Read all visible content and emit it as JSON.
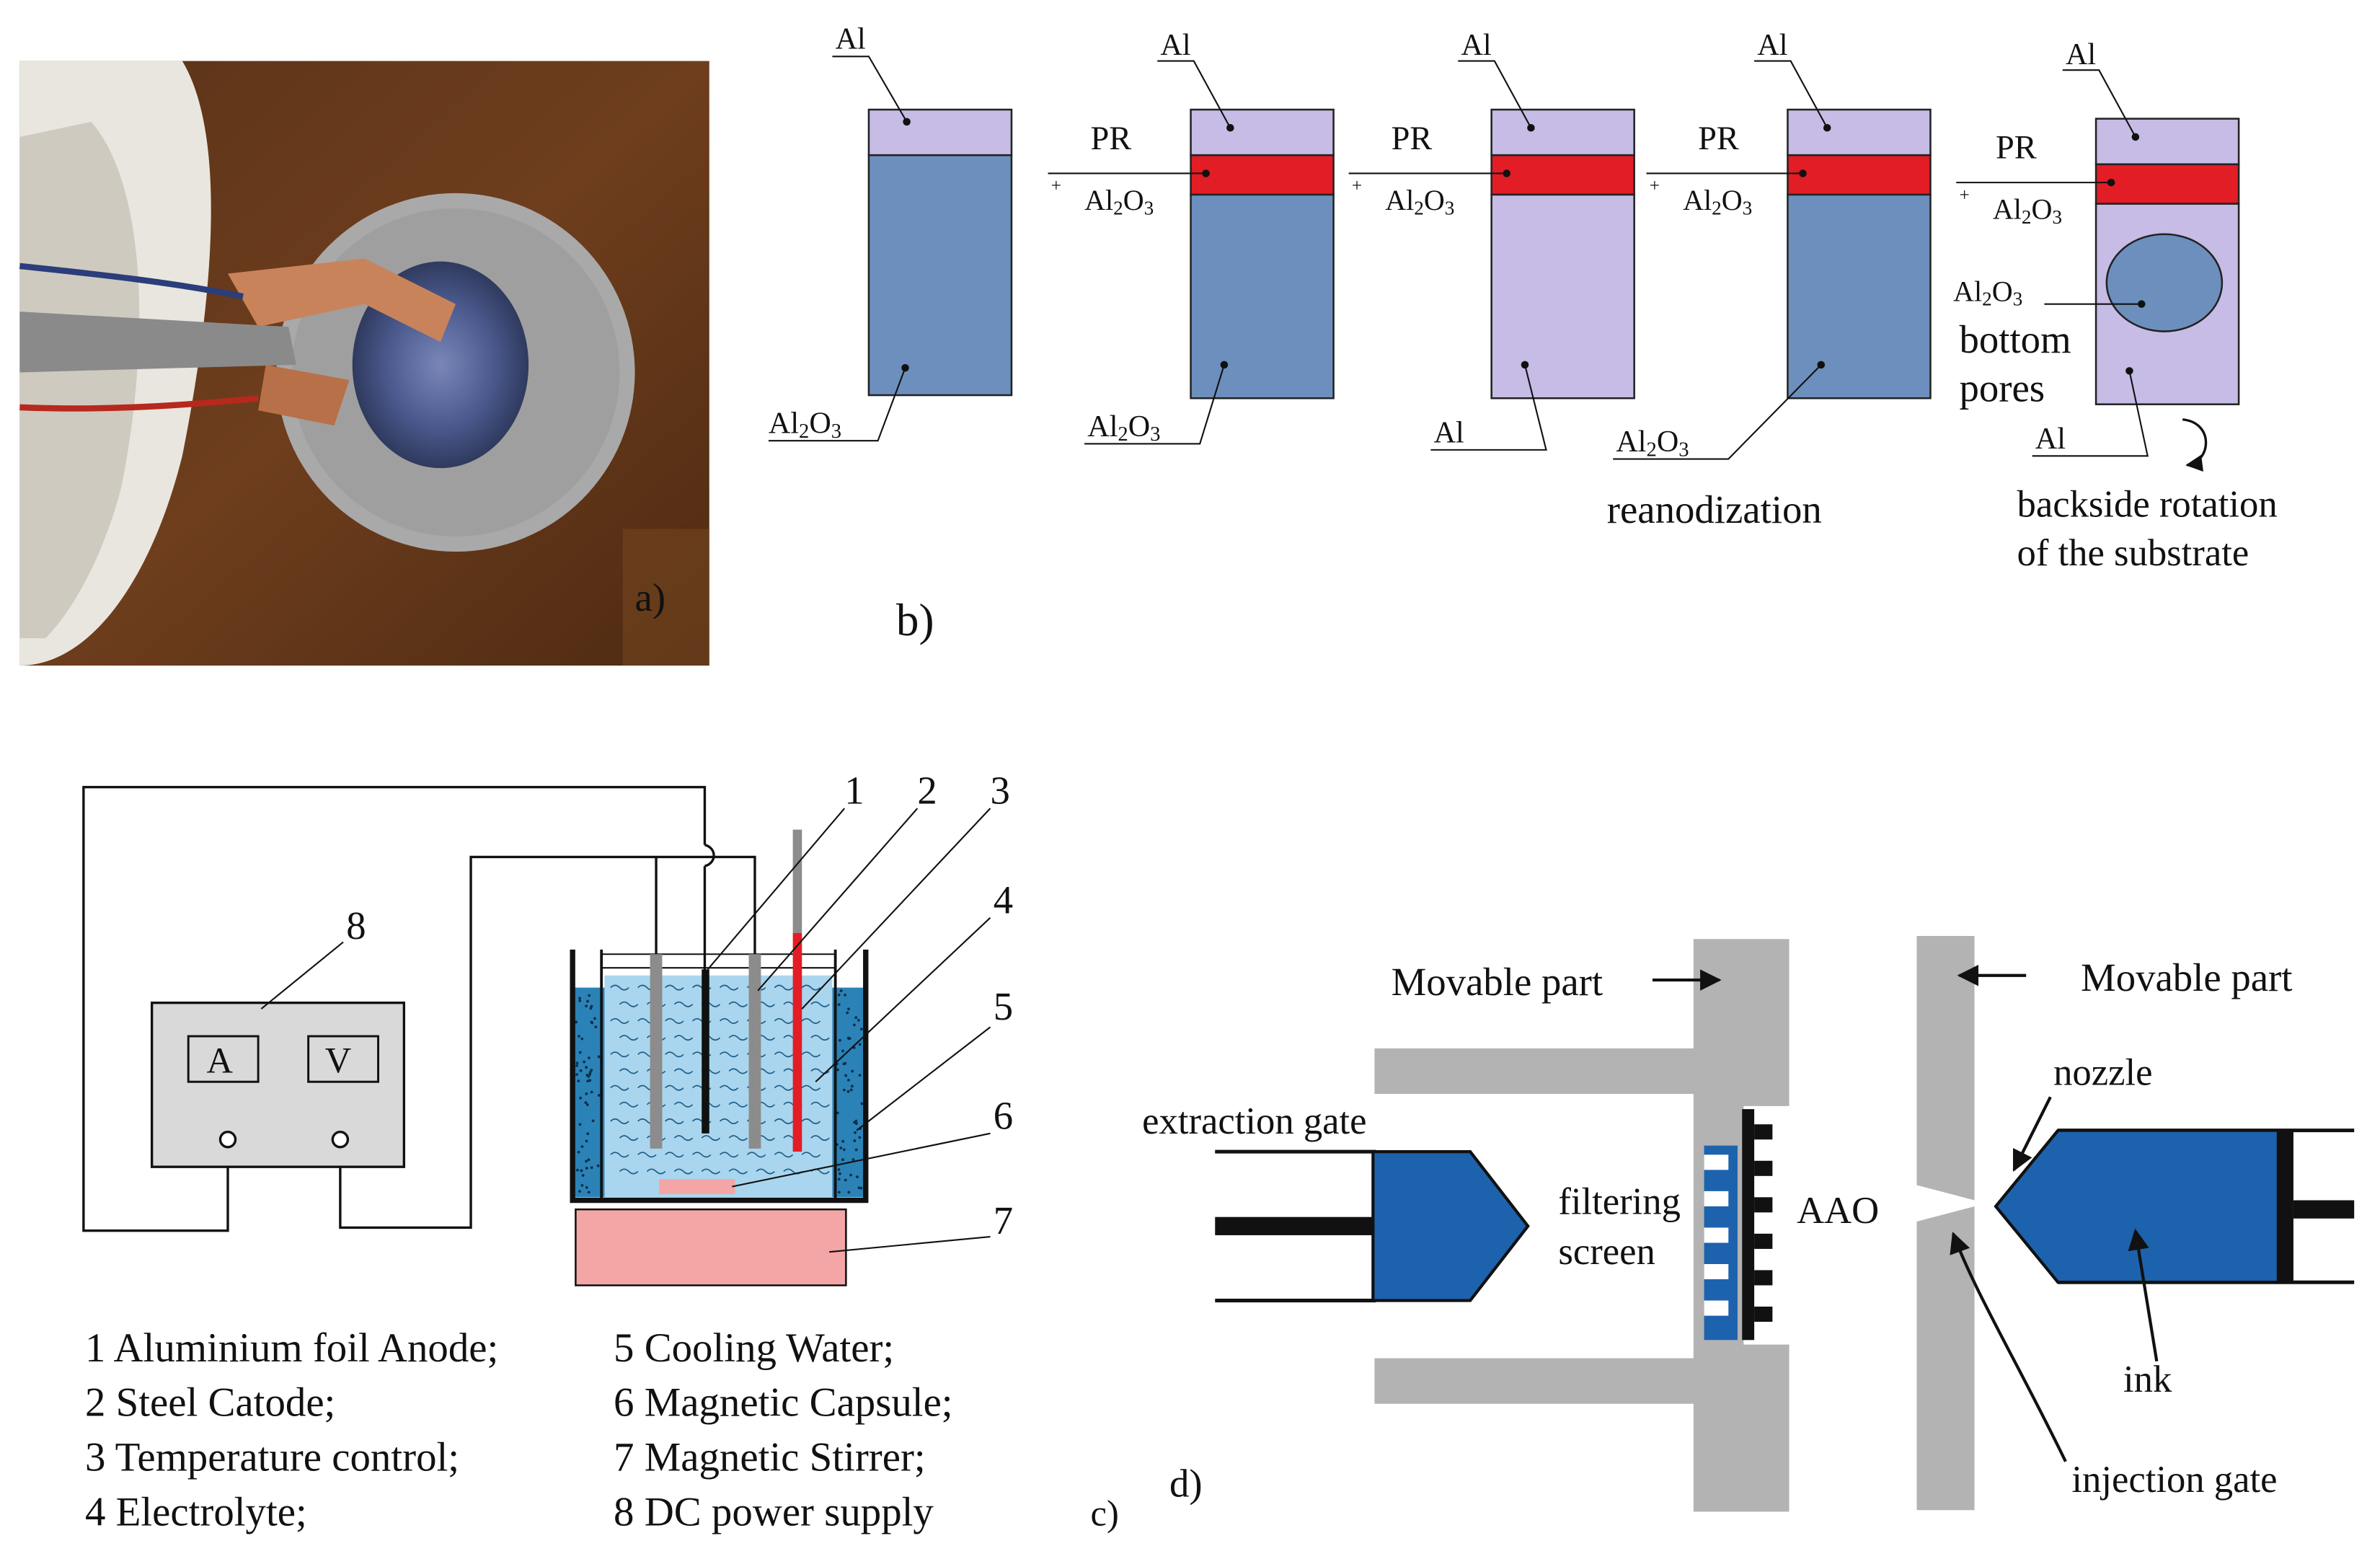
{
  "colors": {
    "al": "#c6bce6",
    "al2o3": "#6c8fbe",
    "pr": "#e21d26",
    "ink_blue": "#1d62ad",
    "gray_part": "#b3b3b3",
    "electrolyte": "#a9d6ee",
    "cooling": "#2b82b6",
    "stirrer": "#f4a6a6",
    "box": "#d9d9d9"
  },
  "panel_a": {
    "label": "a)"
  },
  "panel_b": {
    "label": "b)",
    "steps": [
      {
        "top": "Al",
        "bottom": "Al2O3"
      },
      {
        "top": "Al",
        "pr": "PR",
        "ox": "Al2O3",
        "bottom": "Al2O3"
      },
      {
        "top": "Al",
        "pr": "PR",
        "ox": "Al2O3",
        "bottom": "Al"
      },
      {
        "top": "Al",
        "pr": "PR",
        "ox": "Al2O3",
        "bottom": "Al2O3",
        "caption": "reanodization"
      },
      {
        "top": "Al",
        "pr": "PR",
        "ox": "Al2O3",
        "bottom": "Al",
        "pore_label": "Al2O3",
        "pore_text_1": "bottom",
        "pore_text_2": "pores",
        "caption_1": "backside rotation",
        "caption_2": "of the substrate"
      }
    ]
  },
  "panel_c": {
    "label": "c)",
    "numbers": [
      "1",
      "2",
      "3",
      "4",
      "5",
      "6",
      "7",
      "8"
    ],
    "meter_a": "A",
    "meter_v": "V",
    "legend_left": [
      "1 Aluminium foil Anode;",
      "2 Steel Catode;",
      "3 Temperature control;",
      "4 Electrolyte;"
    ],
    "legend_right": [
      "5 Cooling Water;",
      "6 Magnetic Capsule;",
      "7 Magnetic Stirrer;",
      "8 DC power supply"
    ]
  },
  "panel_d": {
    "label": "d)",
    "movable_left": "Movable part",
    "movable_right": "Movable part",
    "extraction_gate": "extraction gate",
    "filtering_1": "filtering",
    "filtering_2": "screen",
    "aao": "AAO",
    "nozzle": "nozzle",
    "ink": "ink",
    "injection_gate": "injection gate"
  }
}
